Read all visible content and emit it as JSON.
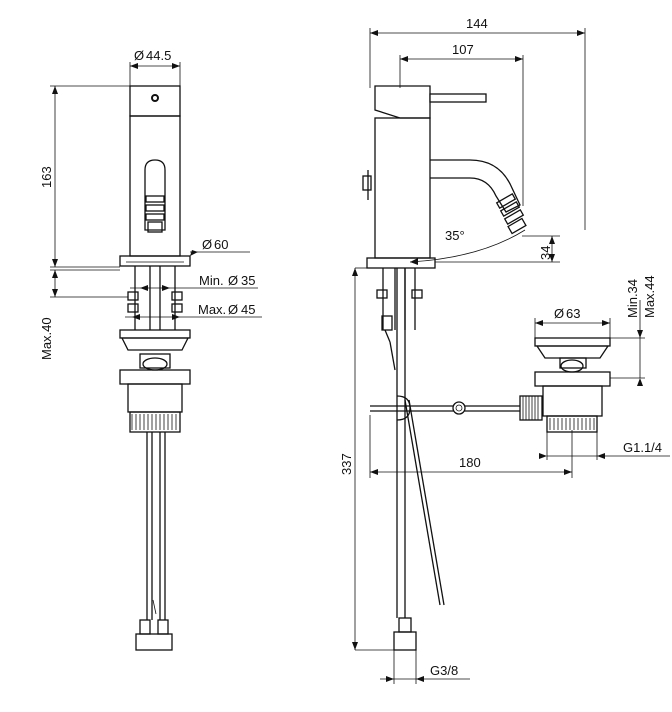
{
  "dimensions": {
    "spout_diameter": "44.5",
    "body_height": "163",
    "base_diameter": "60",
    "min_hole": "Min.",
    "min_hole_value": "35",
    "max_hole": "Max.",
    "max_hole_value": "45",
    "max_deck": "Max.40",
    "overall_reach": "144",
    "lever_reach": "107",
    "angle": "35°",
    "outlet_height": "34",
    "waste_diameter": "63",
    "waste_min_max_1": "Min.34",
    "waste_min_max_2": "Max.44",
    "rod_length": "180",
    "waste_thread": "G1.1/4",
    "hose_length": "337",
    "inlet_thread": "G3/8"
  },
  "symbols": {
    "diameter": "Ø"
  }
}
